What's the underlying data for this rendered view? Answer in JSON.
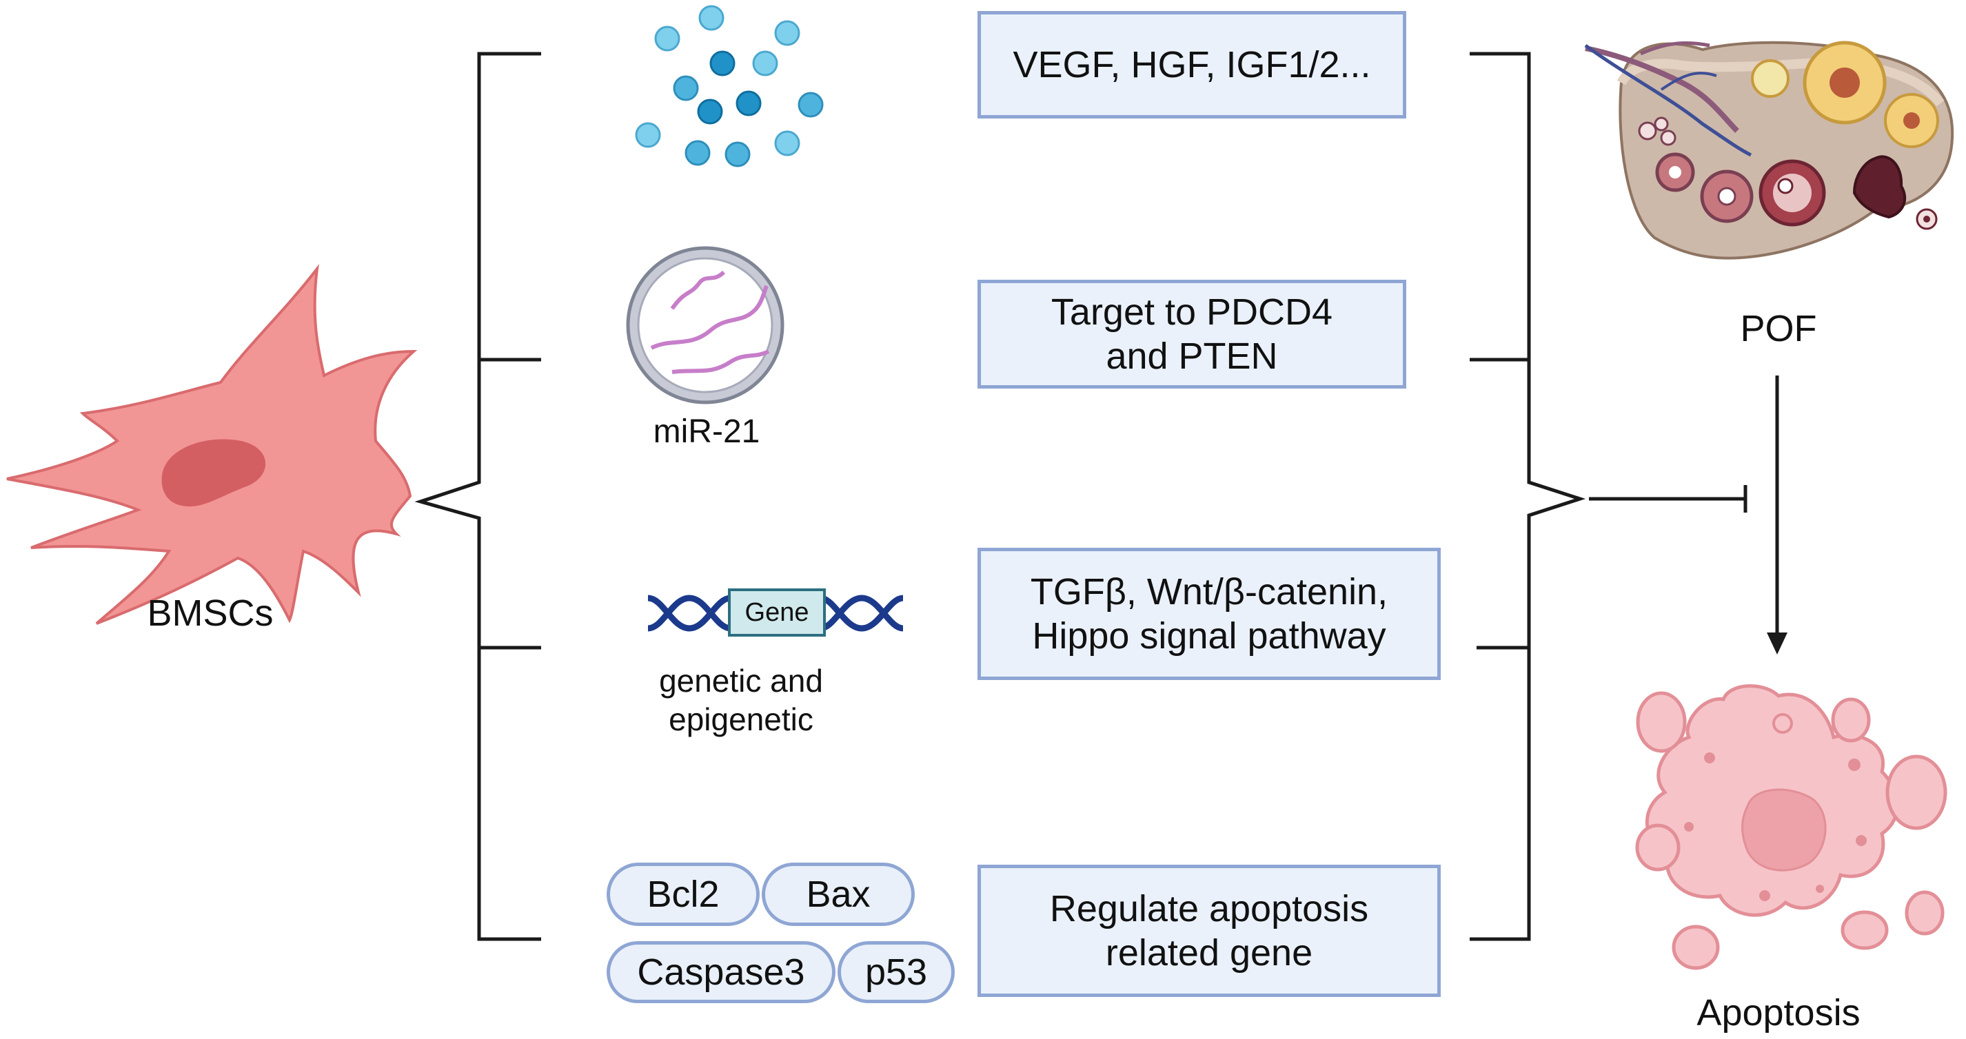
{
  "cell_label": "BMSCs",
  "boxes": [
    {
      "lines": [
        "VEGF, HGF, IGF1/2..."
      ]
    },
    {
      "lines": [
        "Target to PDCD4",
        "and PTEN"
      ]
    },
    {
      "lines": [
        "TGFβ, Wnt/β-catenin,",
        "Hippo signal pathway"
      ]
    },
    {
      "lines": [
        "Regulate apoptosis",
        "related gene"
      ]
    }
  ],
  "mirna_label": "miR-21",
  "gene_tag": "Gene",
  "genetic_label": [
    "genetic and",
    "epigenetic"
  ],
  "genes": [
    "Bcl2",
    "Bax",
    "Caspase3",
    "p53"
  ],
  "ovary_label": "POF",
  "apoptosis_label": "Apoptosis",
  "colors": {
    "cell": "#f29595",
    "cell_nucleus": "#d45f62",
    "box_fill": "#eaf1fb",
    "box_border": "#8fa6d4",
    "dna": "#1c3a8c",
    "apoptotic_cell": "#f6c4c8"
  }
}
